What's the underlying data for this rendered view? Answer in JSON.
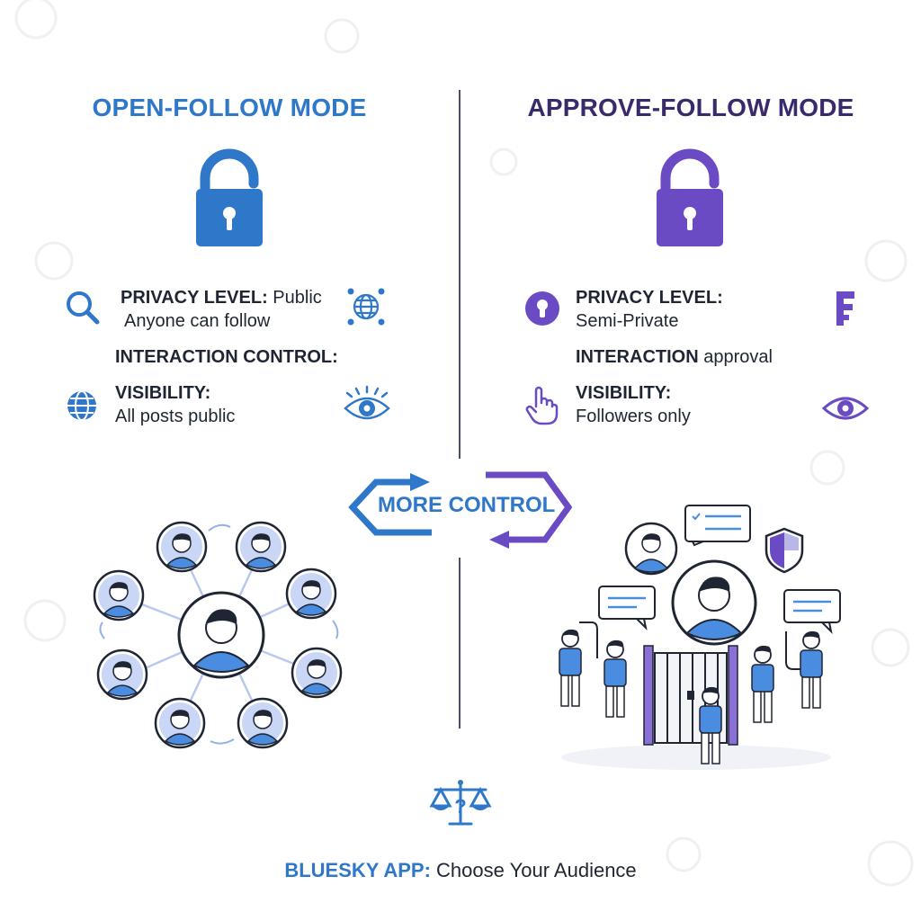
{
  "open_mode": {
    "title": "OPEN-FOLLOW MODE",
    "privacy_label": "PRIVACY LEVEL:",
    "privacy_value": "Public",
    "privacy_detail": "Anyone can follow",
    "interaction_label": "INTERACTION CONTROL:",
    "visibility_label": "VISIBILITY:",
    "visibility_value": "All posts public",
    "lock_icon": "unlocked-padlock-icon",
    "color": "#2f78c9"
  },
  "approve_mode": {
    "title": "APPROVE-FOLLOW MODE",
    "privacy_label": "PRIVACY LEVEL:",
    "privacy_value": "Semi-Private",
    "interaction_label": "INTERACTION",
    "interaction_value": "approval",
    "visibility_label": "VISIBILITY:",
    "visibility_value": "Followers only",
    "lock_icon": "padlock-icon",
    "color": "#6a4bc4"
  },
  "center": {
    "label": "MORE CONTROL"
  },
  "caption": {
    "brand": "BLUESKY APP:",
    "text": "Choose Your Audience"
  },
  "colors": {
    "blue": "#2f78c9",
    "purple": "#6a4bc4",
    "dark_purple": "#3b2a6b",
    "light_blue": "#5b9be0",
    "lavender": "#b9b6e8"
  }
}
